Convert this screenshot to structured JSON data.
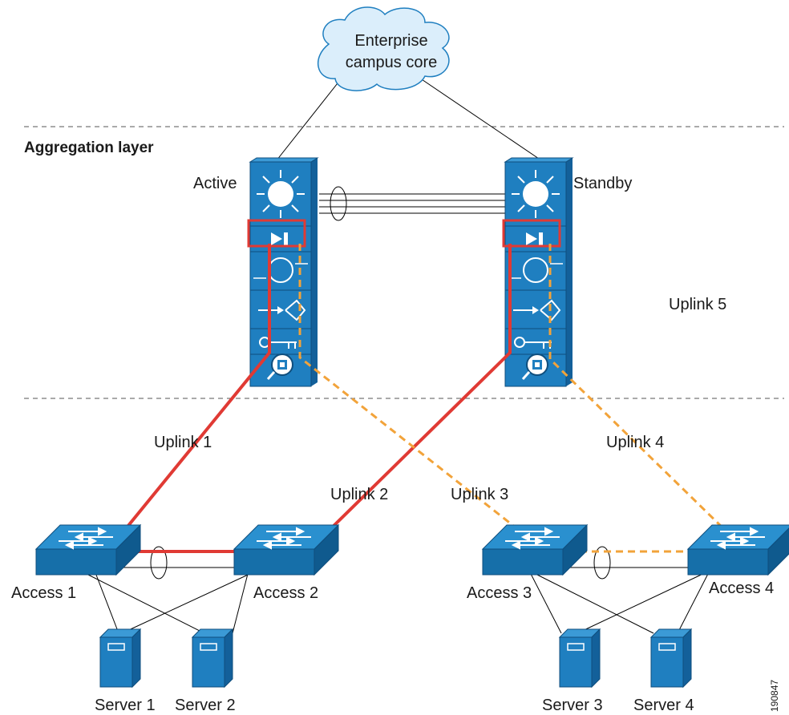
{
  "cloud": {
    "line1": "Enterprise",
    "line2": "campus core"
  },
  "layers": {
    "aggregation": "Aggregation layer"
  },
  "aggregation": {
    "active": "Active",
    "standby": "Standby"
  },
  "uplinks": {
    "u1": "Uplink 1",
    "u2": "Uplink 2",
    "u3": "Uplink 3",
    "u4": "Uplink 4",
    "u5": "Uplink 5"
  },
  "access": {
    "a1": "Access 1",
    "a2": "Access 2",
    "a3": "Access 3",
    "a4": "Access 4"
  },
  "servers": {
    "s1": "Server 1",
    "s2": "Server 2",
    "s3": "Server 3",
    "s4": "Server 4"
  },
  "figure_id": "190847",
  "colors": {
    "active_path": "#e03a34",
    "standby_path": "#f2a33a",
    "device_blue": "#1f7fc0"
  },
  "icons": [
    "cloud-icon",
    "multilayer-switch-icon",
    "service-module-icon",
    "workgroup-switch-icon",
    "server-icon"
  ]
}
